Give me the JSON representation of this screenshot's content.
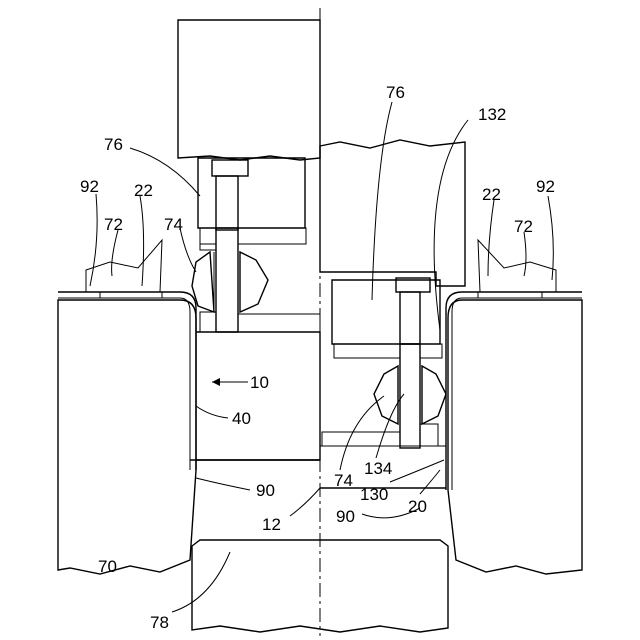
{
  "figure": {
    "labels": [
      {
        "id": "label-76-left",
        "text": "76"
      },
      {
        "id": "label-76-right",
        "text": "76"
      },
      {
        "id": "label-132",
        "text": "132"
      },
      {
        "id": "label-92-left",
        "text": "92"
      },
      {
        "id": "label-22-left",
        "text": "22"
      },
      {
        "id": "label-72-left",
        "text": "72"
      },
      {
        "id": "label-74-left",
        "text": "74"
      },
      {
        "id": "label-22-right",
        "text": "22"
      },
      {
        "id": "label-92-right",
        "text": "92"
      },
      {
        "id": "label-72-right",
        "text": "72"
      },
      {
        "id": "label-10",
        "text": "10"
      },
      {
        "id": "label-40",
        "text": "40"
      },
      {
        "id": "label-90-left",
        "text": "90"
      },
      {
        "id": "label-74-right",
        "text": "74"
      },
      {
        "id": "label-134",
        "text": "134"
      },
      {
        "id": "label-130",
        "text": "130"
      },
      {
        "id": "label-20",
        "text": "20"
      },
      {
        "id": "label-12",
        "text": "12"
      },
      {
        "id": "label-90-right",
        "text": "90"
      },
      {
        "id": "label-70",
        "text": "70"
      },
      {
        "id": "label-78",
        "text": "78"
      }
    ]
  }
}
